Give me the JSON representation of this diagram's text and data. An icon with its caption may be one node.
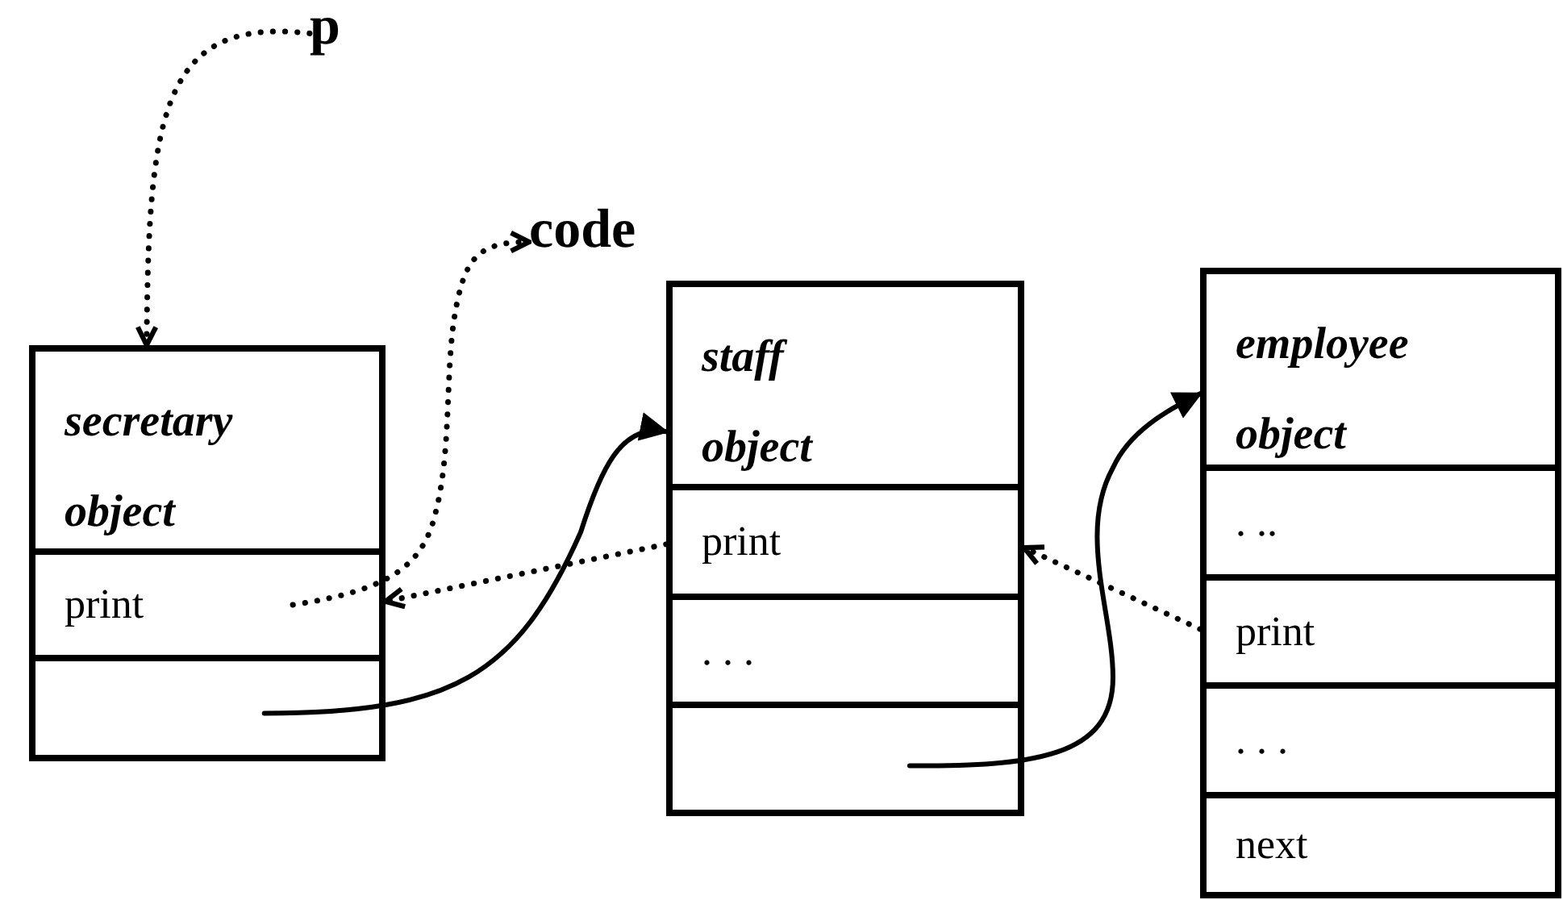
{
  "diagram": {
    "nodes": [
      {
        "text": [
          "p"
        ]
      },
      {
        "text": [
          "code"
        ]
      },
      {
        "text": [
          "secretary object"
        ]
      },
      {
        "text": [
          "print"
        ]
      },
      {
        "text": [],
        "shape": "box"
      },
      {
        "text": [
          "staff object"
        ]
      },
      {
        "text": [
          "print"
        ]
      },
      {
        "text": [
          ". . ."
        ]
      },
      {
        "text": [],
        "shape": "box"
      },
      {
        "text": [
          "employee object"
        ]
      },
      {
        "text": [
          ". .."
        ]
      },
      {
        "text": [
          "print"
        ]
      },
      {
        "text": [
          ". . ."
        ]
      },
      {
        "text": [
          "next"
        ]
      }
    ],
    "edges": [
      {
        "from": 0,
        "to": 2,
        "arrow": "to",
        "style": "dashed"
      },
      {
        "from": 3,
        "to": 1,
        "arrow": "to",
        "style": "dashed"
      },
      {
        "from": 6,
        "to": 3,
        "arrow": "to",
        "style": "dashed"
      },
      {
        "from": 11,
        "to": 6,
        "arrow": "to",
        "style": "dashed"
      },
      {
        "from": 4,
        "to": 5,
        "arrow": "to"
      },
      {
        "from": 8,
        "to": 9,
        "arrow": "to"
      }
    ]
  }
}
